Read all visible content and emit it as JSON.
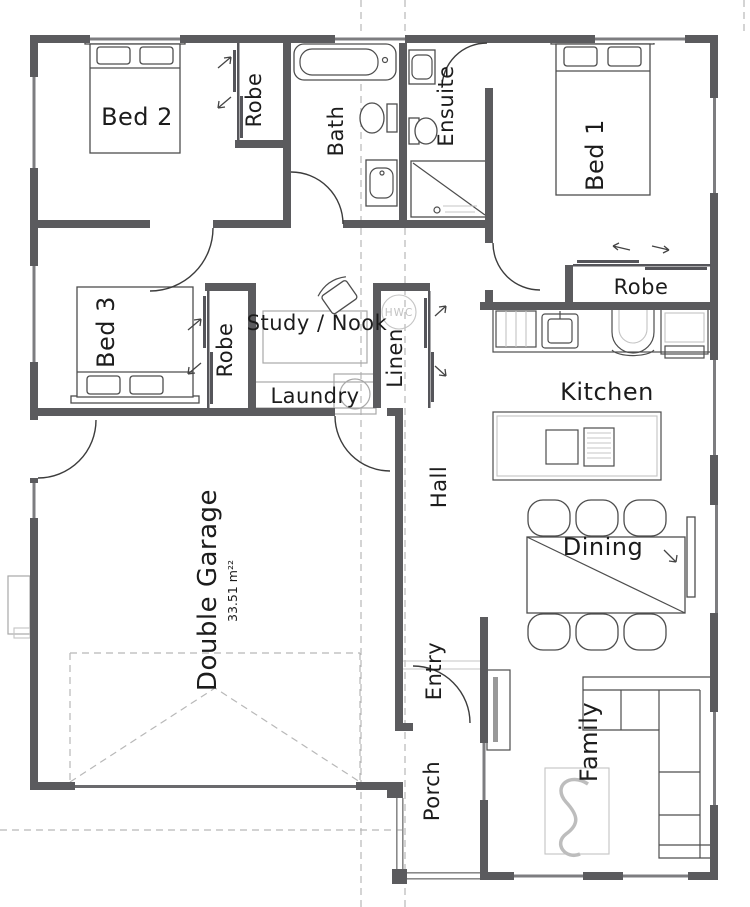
{
  "plan": {
    "title": "house-floor-plan",
    "rooms": {
      "bed2": {
        "label": "Bed 2"
      },
      "robe_bed2": {
        "label": "Robe"
      },
      "bath": {
        "label": "Bath"
      },
      "ensuite": {
        "label": "Ensuite"
      },
      "bed1": {
        "label": "Bed 1"
      },
      "robe_bed1": {
        "label": "Robe"
      },
      "bed3": {
        "label": "Bed 3"
      },
      "robe_bed3": {
        "label": "Robe"
      },
      "study": {
        "label": "Study / Nook"
      },
      "laundry": {
        "label": "Laundry"
      },
      "linen": {
        "label": "Linen"
      },
      "kitchen": {
        "label": "Kitchen"
      },
      "hall": {
        "label": "Hall"
      },
      "dining": {
        "label": "Dining"
      },
      "garage": {
        "label": "Double Garage",
        "area": "33.51 m²²"
      },
      "entry": {
        "label": "Entry"
      },
      "porch": {
        "label": "Porch"
      },
      "family": {
        "label": "Family"
      }
    },
    "annotations": {
      "hwc": "HWC"
    },
    "colors": {
      "wall": "#5b5b5e",
      "furniture_line": "#4d4d4d",
      "light_fixture": "#a8a8a8",
      "dashed_reference": "#b8b8b8"
    }
  }
}
